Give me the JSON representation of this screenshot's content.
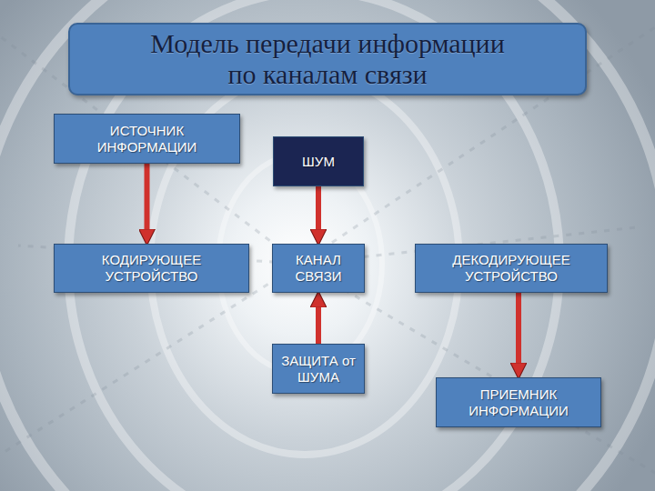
{
  "diagram": {
    "title": "Модель передачи информации по каналам связи",
    "nodes": [
      {
        "text": [
          "ИСТОЧНИК ИНФОРМАЦИИ"
        ]
      },
      {
        "text": [
          "ШУМ"
        ]
      },
      {
        "text": [
          "КОДИРУЮЩЕЕ УСТРОЙСТВО"
        ]
      },
      {
        "text": [
          "КАНАЛ СВЯЗИ"
        ]
      },
      {
        "text": [
          "ДЕКОДИРУЮЩЕЕ УСТРОЙСТВО"
        ]
      },
      {
        "text": [
          "ЗАЩИТА от ШУМА"
        ]
      },
      {
        "text": [
          "ПРИЕМНИК ИНФОРМАЦИИ"
        ]
      }
    ],
    "edges": [
      {
        "from": 0,
        "to": 2,
        "arrow": "to"
      },
      {
        "from": 1,
        "to": 3,
        "arrow": "to"
      },
      {
        "from": 5,
        "to": 3,
        "arrow": "to"
      },
      {
        "from": 4,
        "to": 6,
        "arrow": "to"
      }
    ]
  }
}
